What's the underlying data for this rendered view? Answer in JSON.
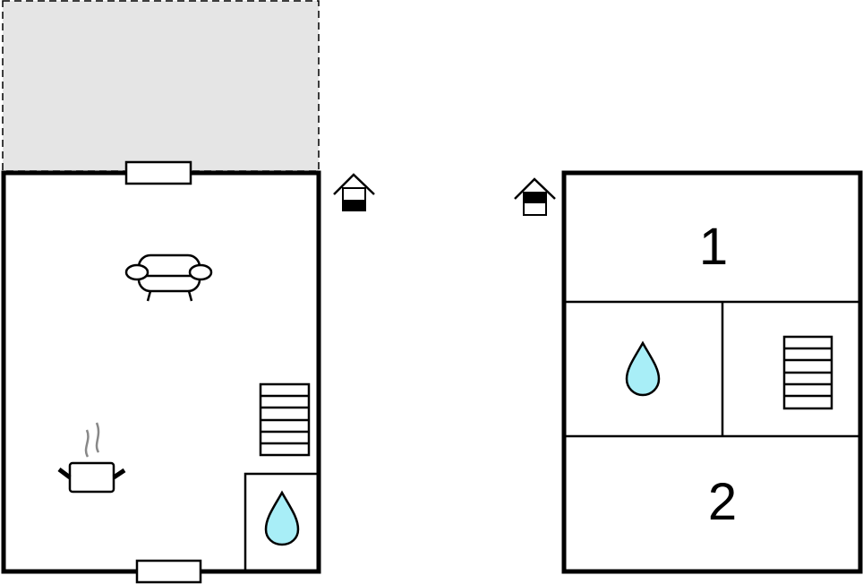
{
  "floor_plans": [
    {
      "name": "ground-floor",
      "icons": [
        "terrace",
        "window",
        "sofa-icon",
        "stairs-icon",
        "cooking-pot-icon",
        "water-drop-icon",
        "house-floor-indicator-icon"
      ]
    },
    {
      "name": "upper-floor",
      "rooms": [
        {
          "label": "1"
        },
        {
          "label": "2"
        }
      ],
      "icons": [
        "water-drop-icon",
        "stairs-icon",
        "house-floor-indicator-icon"
      ]
    }
  ],
  "colors": {
    "wall": "#000000",
    "terrace": "#e5e5e5",
    "water": "#a8eef7",
    "steam": "#888888"
  }
}
